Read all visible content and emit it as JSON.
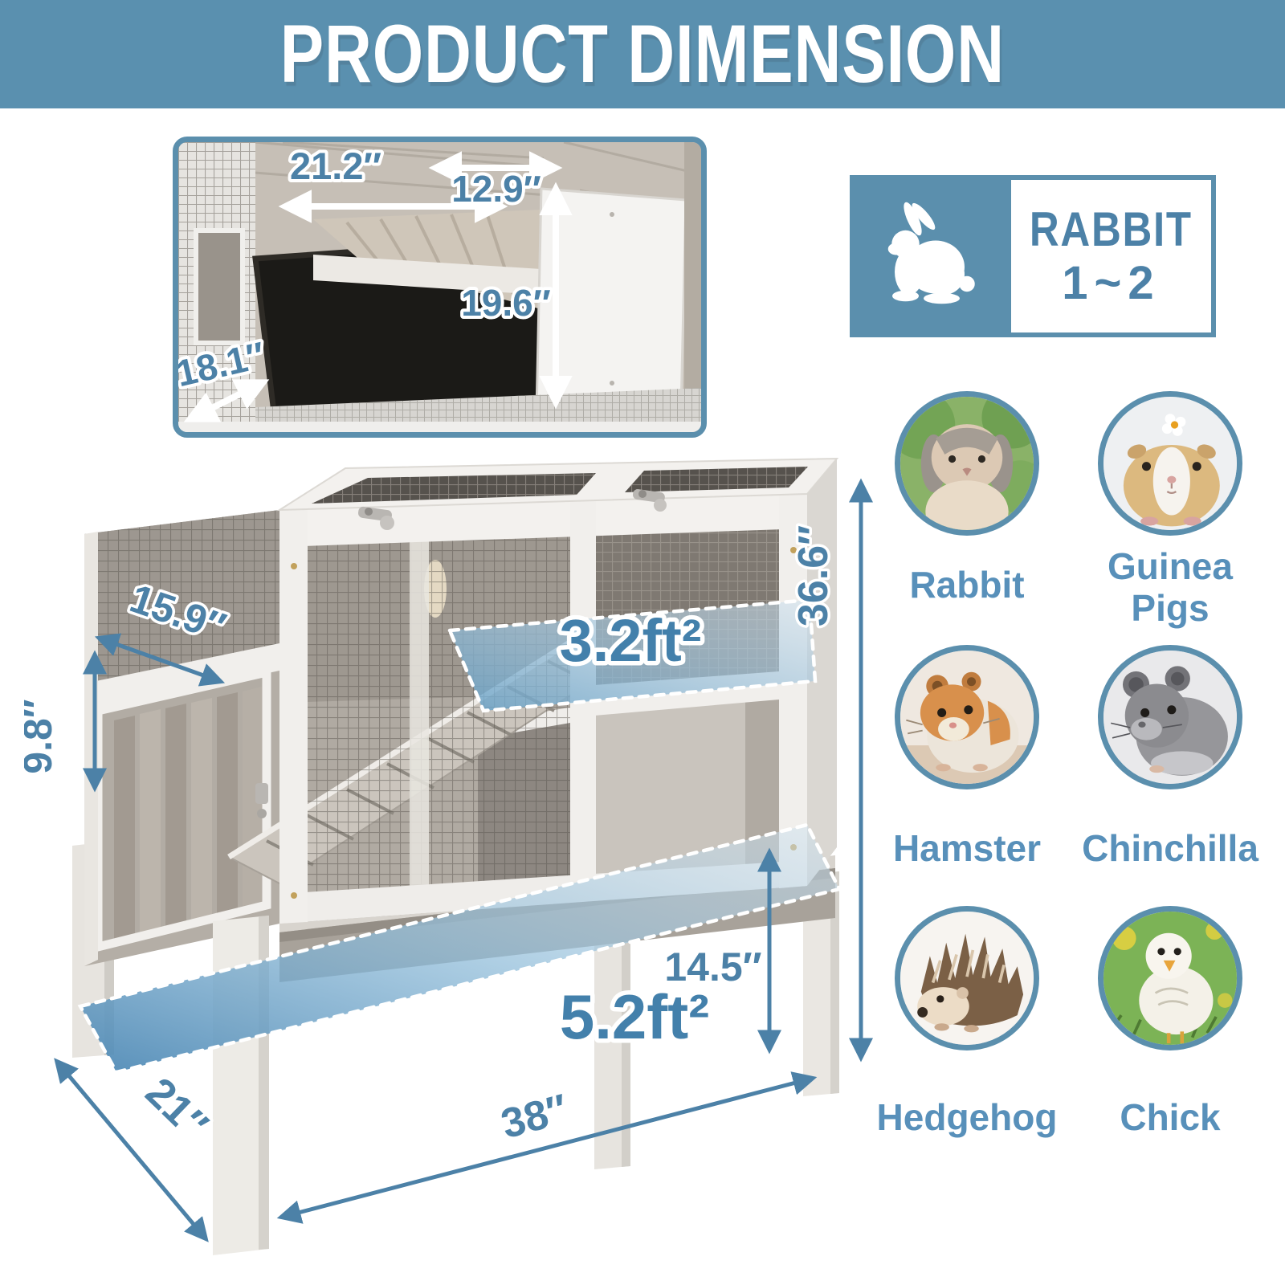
{
  "banner": {
    "title": "PRODUCT DIMENSION"
  },
  "inset": {
    "opening_width": "21.2″",
    "hideout_width": "12.9″",
    "hideout_depth": "19.6″",
    "floor_depth": "18.1″"
  },
  "badge": {
    "animal": "RABBIT",
    "count": "1~2"
  },
  "cage": {
    "door_width": "15.9″",
    "door_height": "9.8″",
    "upper_platform_area": "3.2ft²",
    "main_platform_area": "5.2ft²",
    "overall_height": "36.6″",
    "leg_height": "14.5″",
    "depth": "21″",
    "width": "38″"
  },
  "animals": [
    {
      "label": "Rabbit"
    },
    {
      "label": "Guinea Pigs"
    },
    {
      "label": "Hamster"
    },
    {
      "label": "Chinchilla"
    },
    {
      "label": "Hedgehog"
    },
    {
      "label": "Chick"
    }
  ],
  "colors": {
    "theme_blue": "#5a90af",
    "dim_text": "#4c81a7",
    "label_text": "#5890ba",
    "platform_blue": "#74a9cf"
  }
}
